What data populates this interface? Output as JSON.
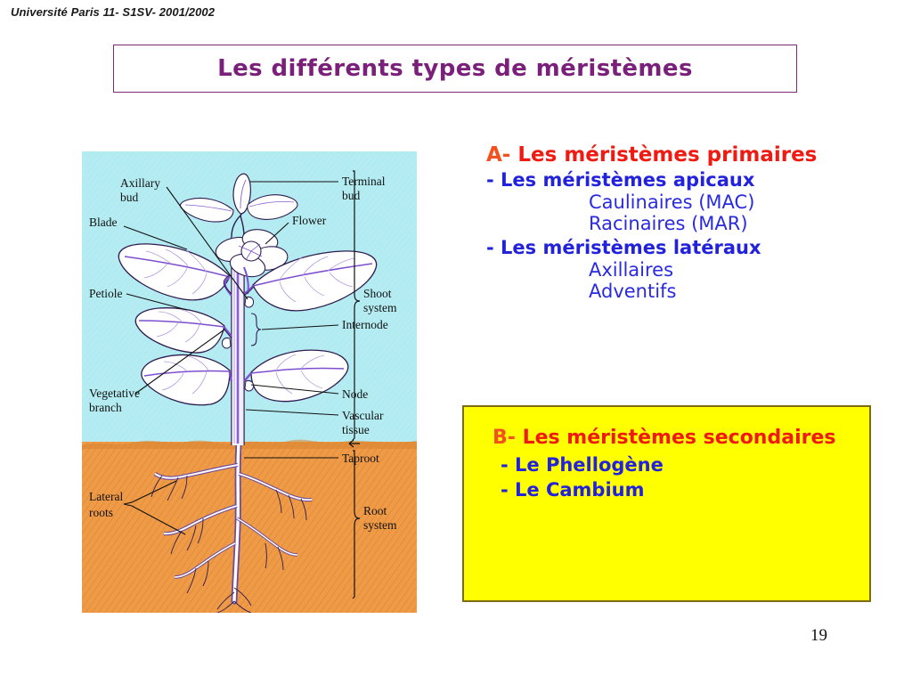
{
  "header": {
    "course_note": "Université Paris 11- S1SV- 2001/2002"
  },
  "title": {
    "text": "Les différents types de méristèmes",
    "color": "#7a1f7a",
    "border_color": "#7d2c74"
  },
  "figure": {
    "name": "plant-anatomy-diagram",
    "sky_color": "#b4ecf2",
    "soil_color": "#ef9b49",
    "labels": {
      "axillary_bud_line1": "Axillary",
      "axillary_bud_line2": "bud",
      "blade": "Blade",
      "petiole": "Petiole",
      "vegetative_line1": "Vegetative",
      "vegetative_line2": "branch",
      "lateral_line1": "Lateral",
      "lateral_line2": "roots",
      "terminal_bud_line1": "Terminal",
      "terminal_bud_line2": "bud",
      "flower": "Flower",
      "internode": "Internode",
      "node": "Node",
      "vascular_line1": "Vascular",
      "vascular_line2": "tissue",
      "taproot": "Taproot",
      "shoot_line1": "Shoot",
      "shoot_line2": "system",
      "root_line1": "Root",
      "root_line2": "system"
    }
  },
  "section_a": {
    "marker": "A-",
    "heading": "Les méristèmes primaires",
    "heading_color": "#ef1a11",
    "items": [
      {
        "dash": "-",
        "label": "Les méristèmes apicaux"
      },
      {
        "dash": "-",
        "label": "Les méristèmes latéraux"
      }
    ],
    "sub_items_apicaux": [
      "Caulinaires (MAC)",
      "Racinaires (MAR)"
    ],
    "sub_items_lateraux": [
      "Axillaires",
      "Adventifs"
    ],
    "sub_color": "#2a2ae0"
  },
  "section_b": {
    "marker": "B-",
    "heading": "Les méristèmes secondaires",
    "background_color": "#ffff00",
    "border_color": "#7d6b14",
    "items": [
      {
        "dash": "-",
        "label": "Le Phellogène"
      },
      {
        "dash": "-",
        "label": "Le Cambium"
      }
    ]
  },
  "footer": {
    "page_number": "19"
  }
}
